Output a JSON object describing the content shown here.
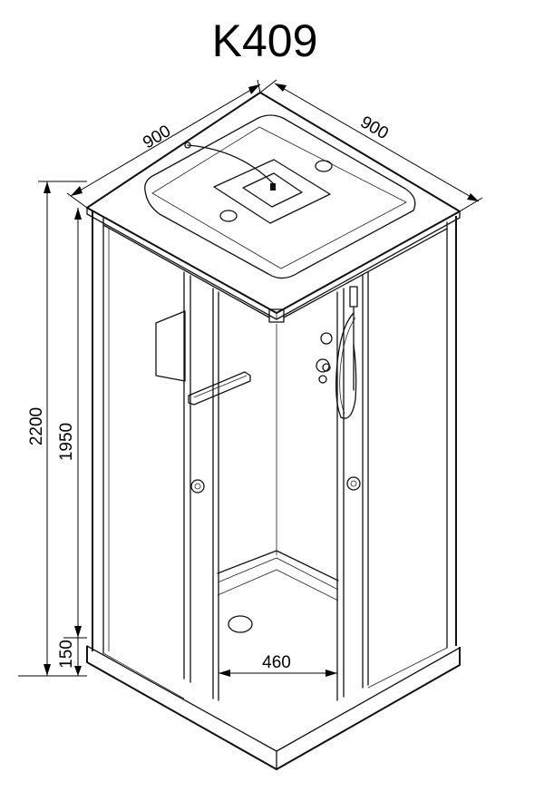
{
  "title": "K409",
  "dimensions": {
    "width_left": "900",
    "width_right": "900",
    "height_total": "2200",
    "height_cabin": "1950",
    "height_tray": "150",
    "door_opening": "460"
  },
  "colors": {
    "line": "#111111",
    "background": "#ffffff"
  }
}
